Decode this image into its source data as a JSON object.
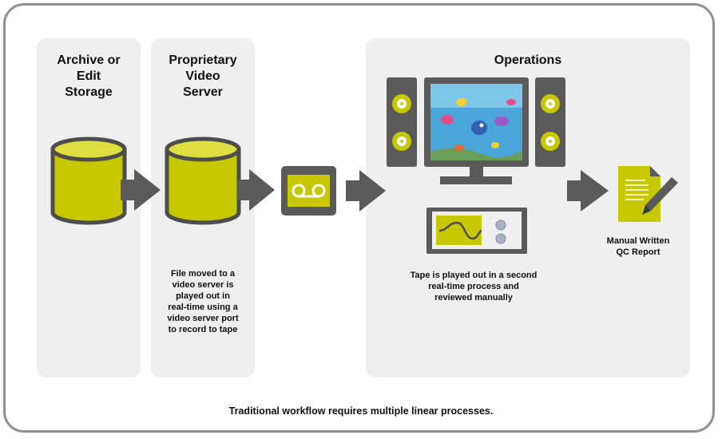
{
  "panels": {
    "archive": {
      "title_lines": [
        "Archive or",
        "Edit",
        "Storage"
      ]
    },
    "video_server": {
      "title_lines": [
        "Proprietary",
        "Video",
        "Server"
      ],
      "caption_lines": [
        "File moved to a",
        "video server is",
        "played out in",
        "real-time using a",
        "video server port",
        "to record to tape"
      ]
    },
    "operations": {
      "title": "Operations",
      "caption_lines": [
        "Tape is played out in a second",
        "real-time process and",
        "reviewed manually"
      ]
    }
  },
  "report": {
    "label_lines": [
      "Manual Written",
      "QC Report"
    ]
  },
  "footer": "Traditional workflow requires multiple linear processes.",
  "icons": [
    "database-icon",
    "tape-icon",
    "speaker-icon",
    "monitor-icon",
    "waveform-monitor-icon",
    "document-icon",
    "pen-icon",
    "arrow-icon"
  ],
  "colors": {
    "accent": "#c8c800",
    "dark": "#5a5a5a",
    "panel": "#efefef",
    "frame": "#8f8f8f"
  }
}
